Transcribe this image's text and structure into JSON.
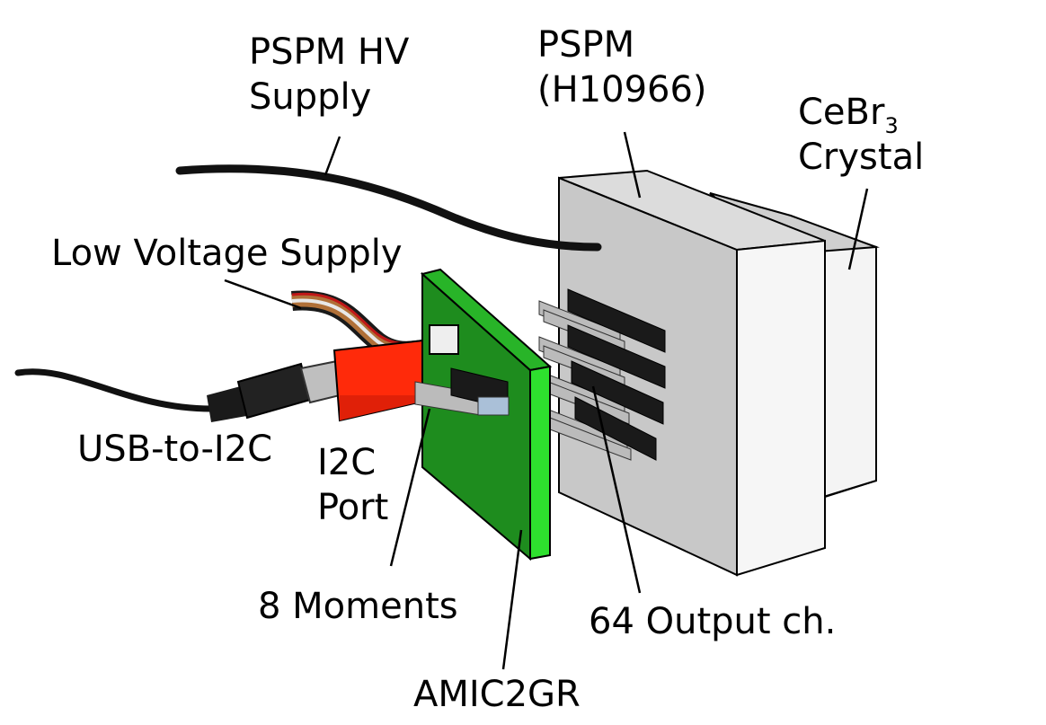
{
  "labels": {
    "hv_supply": [
      "PSPM HV",
      "Supply"
    ],
    "pspm": [
      "PSPM",
      "(H10966)"
    ],
    "crystal": {
      "prefix": "CeBr",
      "subscript": "3",
      "line2": "Crystal"
    },
    "low_voltage": "Low Voltage Supply",
    "usb": "USB-to-I2C",
    "i2c_port": [
      "I2C",
      "Port"
    ],
    "moments": "8 Moments",
    "output": "64 Output ch.",
    "board": "AMIC2GR"
  },
  "colors": {
    "board_face": "#1e8c1e",
    "board_edge": "#2ee02e",
    "usb_body": "#ff2a0a",
    "pspm_front": "#c8c8c8",
    "pspm_side": "#f2f2f2",
    "crystal": "#e6e6e6",
    "cable": "#111111",
    "connector": "#1a1a1a"
  }
}
